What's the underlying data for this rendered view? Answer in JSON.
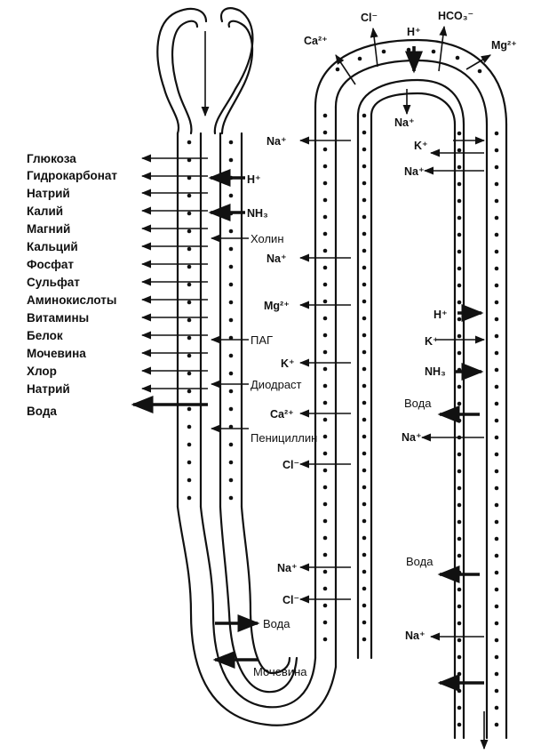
{
  "labels": {
    "glucose": "Глюкоза",
    "bicarbonate": "Гидрокарбонат",
    "sodium": "Натрий",
    "potassium": "Калий",
    "magnesium": "Магний",
    "calcium": "Кальций",
    "phosphate": "Фосфат",
    "sulfate": "Сульфат",
    "amino_acids": "Аминокислоты",
    "vitamins": "Витамины",
    "protein": "Белок",
    "urea": "Мочевина",
    "chlorine": "Хлор",
    "sodium_2": "Натрий",
    "water": "Вода",
    "h_prox": "H⁺",
    "nh3_prox": "NH₃",
    "choline": "Холин",
    "pag": "ПАГ",
    "diodrast": "Диодраст",
    "penicillin": "Пенициллин",
    "water_desc": "Вода",
    "urea_desc": "Мочевина",
    "na_asc_1": "Na⁺",
    "na_asc_2": "Na⁺",
    "mg_asc": "Mg²⁺",
    "k_asc": "K⁺",
    "ca_asc": "Ca²⁺",
    "cl_asc_1": "Cl⁻",
    "na_asc_3": "Na⁺",
    "cl_asc_2": "Cl⁻",
    "ca_top": "Ca²⁺",
    "cl_top": "Cl⁻",
    "h_top": "H⁺",
    "hco3_top": "HCO₃⁻",
    "mg_top": "Mg²⁺",
    "na_top": "Na⁺",
    "k_dist": "K⁺",
    "na_dist_1": "Na⁺",
    "h_dist": "H⁺",
    "k_dist_2": "K⁺",
    "nh3_dist": "NH₃",
    "water_dist_1": "Вода",
    "na_dist_2": "Na⁺",
    "water_dist_2": "Вода",
    "na_dist_3": "Na⁺"
  }
}
